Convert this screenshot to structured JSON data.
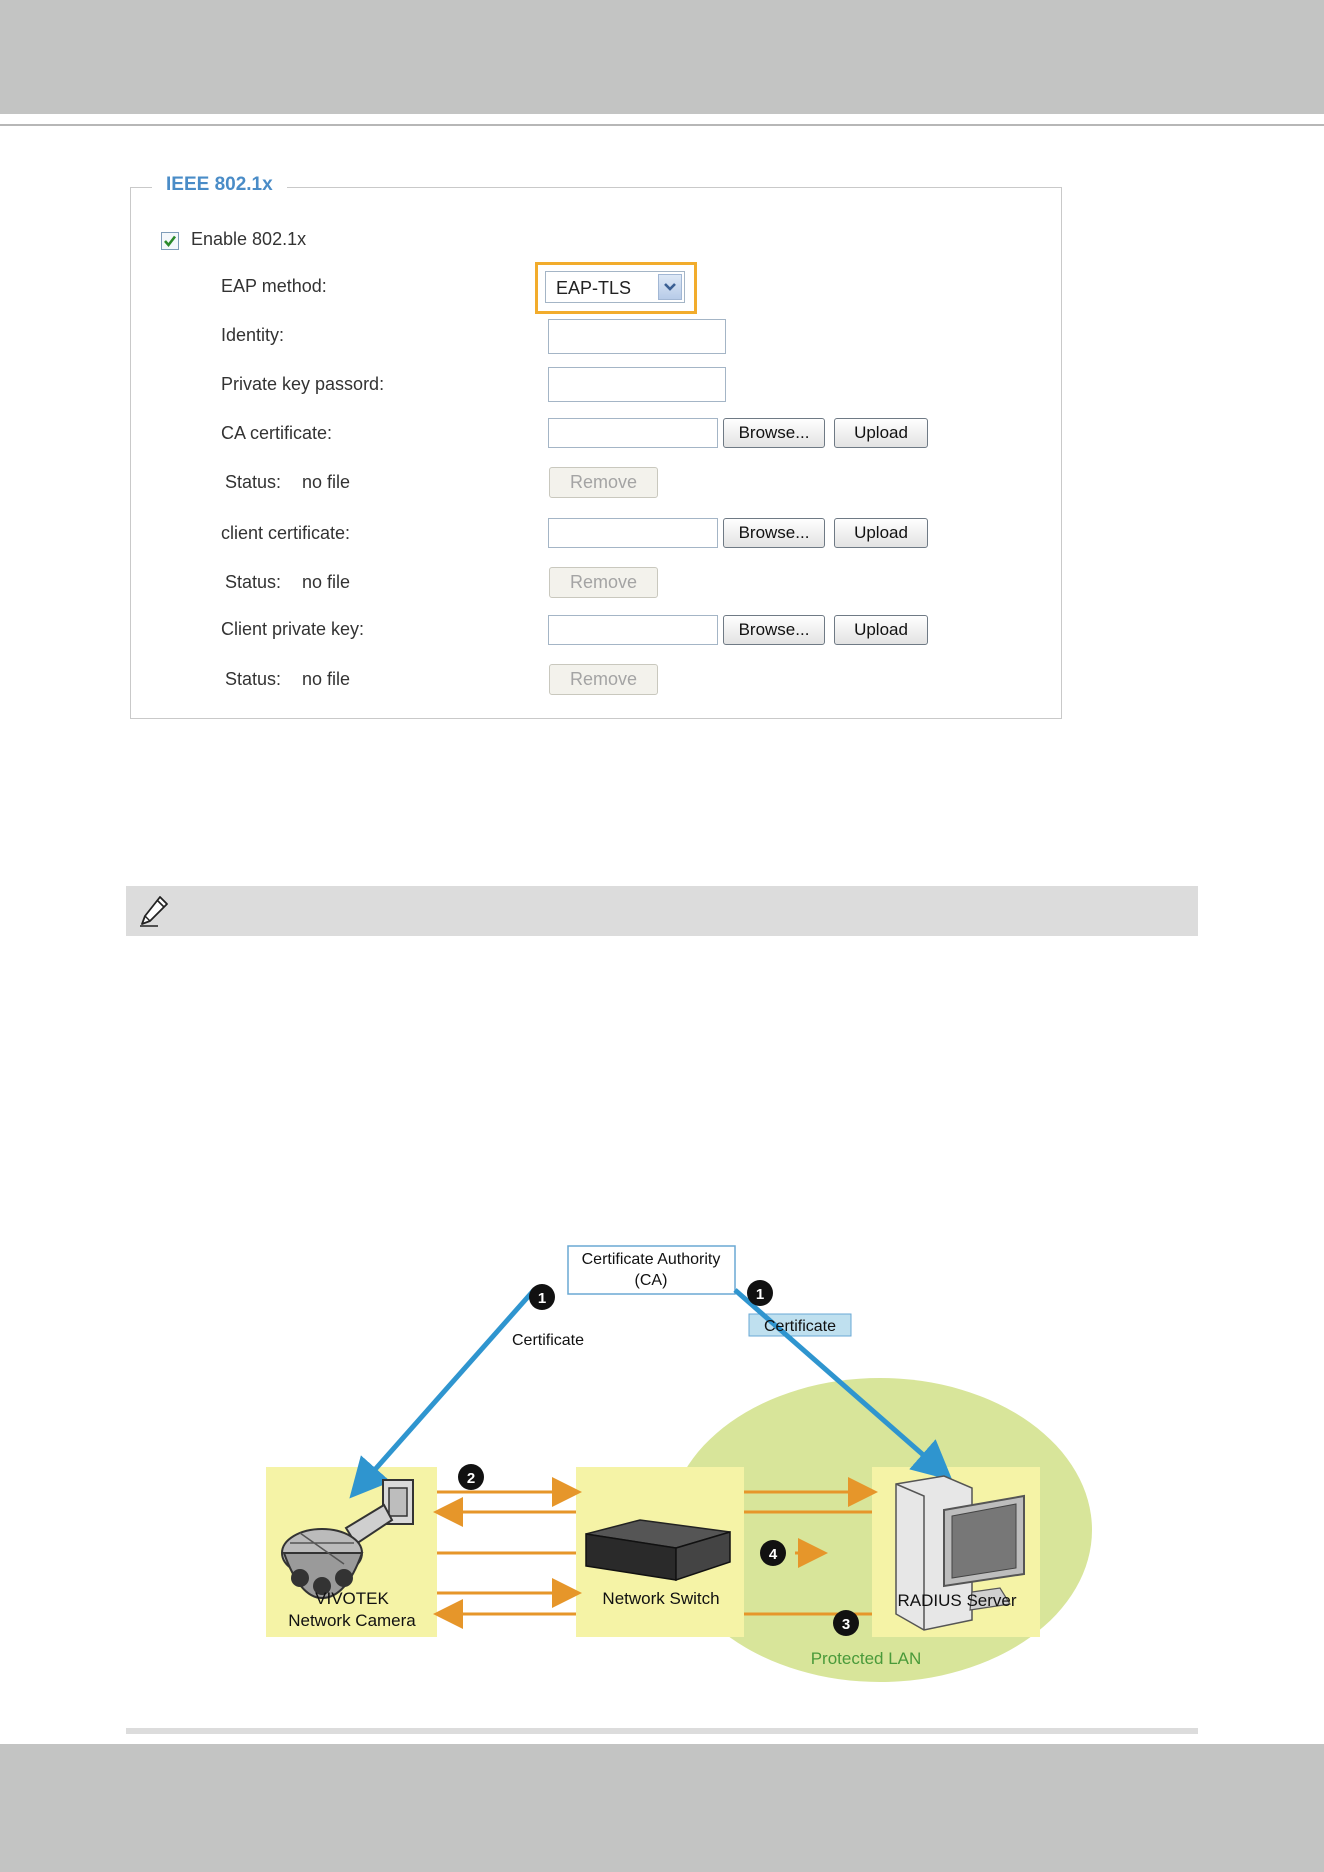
{
  "form": {
    "legend": "IEEE 802.1x",
    "enable_label": "Enable 802.1x",
    "enable_checked": true,
    "eap_label": "EAP method:",
    "eap_value": "EAP-TLS",
    "identity_label": "Identity:",
    "private_key_label": "Private key passord:",
    "ca_label": "CA certificate:",
    "client_cert_label": "client certificate:",
    "client_key_label": "Client private key:",
    "status_label": "Status:",
    "status_value": "no file",
    "browse_label": "Browse...",
    "upload_label": "Upload",
    "remove_label": "Remove"
  },
  "diagram": {
    "ca_line1": "Certificate Authority",
    "ca_line2": "(CA)",
    "cert_left": "Certificate",
    "cert_right": "Certificate",
    "camera_line1": "VIVOTEK",
    "camera_line2": "Network Camera",
    "switch_label": "Network Switch",
    "server_label": "RADIUS Server",
    "lan_label": "Protected LAN",
    "step1": "1",
    "step2": "2",
    "step3": "3",
    "step4": "4"
  },
  "colors": {
    "legend": "#4a8cc7",
    "highlight": "#f2ac2c",
    "arrow_blue": "#2f95cf",
    "arrow_orange": "#e6962a",
    "lan_green": "#d8e59a",
    "box_yellow": "#f5f3a6"
  }
}
